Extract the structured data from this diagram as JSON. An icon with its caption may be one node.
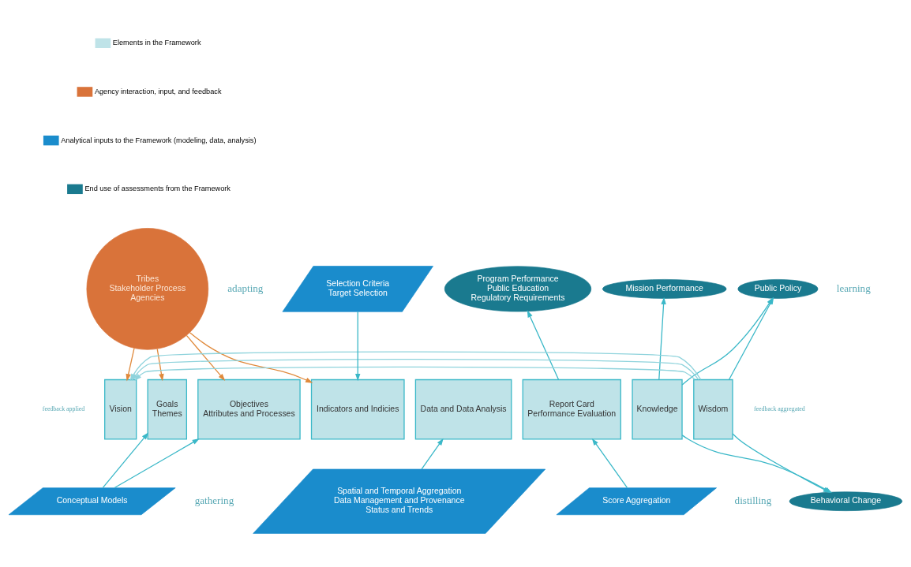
{
  "diagram": {
    "nodes": [
      {
        "text": [
          "Tribes",
          "Stakeholder Process",
          "Agencies"
        ]
      },
      {
        "text": [
          "Vision"
        ]
      },
      {
        "text": [
          "Goals",
          "Themes"
        ]
      },
      {
        "text": [
          "Objectives",
          "Attributes and Processes"
        ]
      },
      {
        "text": [
          "Indicators and Indicies"
        ]
      },
      {
        "text": [
          "Data and Data Analysis"
        ]
      },
      {
        "text": [
          "Report Card",
          "Performance Evaluation"
        ]
      },
      {
        "text": [
          "Knowledge"
        ]
      },
      {
        "text": [
          "Wisdom"
        ]
      },
      {
        "text": [
          "Selection Criteria",
          "Target Selection"
        ]
      },
      {
        "text": [
          "Program Performance",
          "Public Education",
          "Regulatory Requirements"
        ]
      },
      {
        "text": [
          "Mission Performance"
        ]
      },
      {
        "text": [
          "Public Policy"
        ]
      },
      {
        "text": [
          "Behavioral Change"
        ]
      },
      {
        "text": [
          "Conceptual Models"
        ]
      },
      {
        "text": [
          "Score Aggregation"
        ]
      },
      {
        "text": [
          "Spatial and Temporal Aggregation",
          "Data Management and Provenance",
          "Status and Trends"
        ]
      }
    ],
    "edges": [
      {
        "from": 0,
        "to": 1,
        "arrow": "to",
        "color": "#e08a3c"
      },
      {
        "from": 0,
        "to": 2,
        "arrow": "to",
        "color": "#e08a3c"
      },
      {
        "from": 0,
        "to": 3,
        "arrow": "to",
        "color": "#e08a3c"
      },
      {
        "from": 0,
        "to": 4,
        "arrow": "to",
        "color": "#e08a3c"
      },
      {
        "from": 9,
        "to": 4,
        "arrow": "to"
      },
      {
        "from": 14,
        "to": 2,
        "arrow": "to"
      },
      {
        "from": 14,
        "to": 3,
        "arrow": "to"
      },
      {
        "from": 16,
        "to": 5,
        "arrow": "to"
      },
      {
        "from": 15,
        "to": 6,
        "arrow": "to"
      },
      {
        "from": 6,
        "to": 10,
        "arrow": "to"
      },
      {
        "from": 7,
        "to": 11,
        "arrow": "to"
      },
      {
        "from": 7,
        "to": 12,
        "arrow": "to"
      },
      {
        "from": 8,
        "to": 12,
        "arrow": "to"
      },
      {
        "from": 7,
        "to": 13,
        "arrow": "to"
      },
      {
        "from": 8,
        "to": 13,
        "arrow": "to"
      },
      {
        "from": 8,
        "to": 1,
        "arrow": "to",
        "color": "#8fd3dc"
      },
      {
        "from": 8,
        "to": 1,
        "arrow": "to",
        "color": "#8fd3dc"
      },
      {
        "from": 8,
        "to": 1,
        "arrow": "to",
        "color": "#8fd3dc"
      }
    ],
    "labels": [
      "adapting",
      "learning",
      "feedback applied",
      "feedback aggregated",
      "gathering",
      "distilling"
    ],
    "legend": [
      {
        "text": "Elements in the Framework",
        "color": "#bfe3e8"
      },
      {
        "text": "Agency interaction, input, and feedback",
        "color": "#d9733a"
      },
      {
        "text": "Analytical inputs to the Framework (modeling, data, analysis)",
        "color": "#1a8ccc"
      },
      {
        "text": "End use of assessments from the Framework",
        "color": "#1a7a8f"
      }
    ]
  }
}
